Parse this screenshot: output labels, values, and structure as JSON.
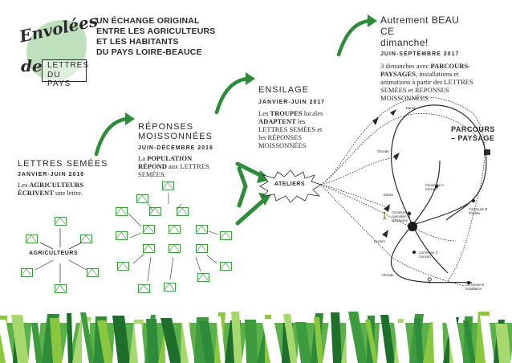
{
  "logo": {
    "script_line1": "Envolées",
    "script_line2": "de",
    "box_line1": "LETTRES",
    "box_line2": "DU PAYS"
  },
  "headline": {
    "line1": "UN ÉCHANGE ORIGINAL",
    "line2": "ENTRE LES AGRICULTEURS",
    "line3": "ET LES HABITANTS",
    "line4": "DU PAYS LOIRE-BEAUCE"
  },
  "sections": [
    {
      "title": "LETTRES SEMÉES",
      "date": "JANVIER-JUIN 2016",
      "desc_pre": "Les ",
      "desc_bold": "AGRICULTEURS ÉCRIVENT",
      "desc_post": " une lettre."
    },
    {
      "title_l1": "RÉPONSES",
      "title_l2": "MOISSONNÉES",
      "date": "JUIN-DÉCEMBRE 2016",
      "desc_pre": "La ",
      "desc_bold": "POPULATION RÉPOND",
      "desc_post": " aux LETTRES SEMÉES."
    },
    {
      "title": "ENSILAGE",
      "date": "JANVIER-JUIN 2017",
      "desc_pre": "Les ",
      "desc_bold": "TROUPES",
      "desc_mid": " locales ",
      "desc_bold2": "ADAPTENT",
      "desc_post": " les LETTRES SEMÉES et les RÉPONSES MOISSONNÉES"
    },
    {
      "title_l1": "Autrement BEAU CE",
      "title_l2": "dimanche!",
      "date": "JUIN-SEPTEMBRE 2017",
      "desc_pre": "3 dimanches avec ",
      "desc_bold": "PARCOURS-PAYSAGES",
      "desc_post": ", installations et animations à partir des LETTRES SEMÉES et REPONSES MOISSONNÉES."
    }
  ],
  "diagram": {
    "agriculteurs": "AGRICULTEURS",
    "ateliers": "ATELIERS",
    "parcours_l1": "PARCOURS",
    "parcours_l2": "– PAYSAGE",
    "labels": {
      "danse1": "Danse",
      "chorale1": "Chorale",
      "danse2": "Danse",
      "lecture": "Lecture",
      "chorale2": "Chorale",
      "commune_a": "Commune A Concert",
      "commune_b": "Commune B Théâtre",
      "commune_c": "Commune C Concert",
      "commune_d": "Commune D Animation et spectacles",
      "commune_e": "Commune E Installation"
    }
  },
  "colors": {
    "green_dark": "#2e8b3a",
    "green_mid": "#3d9a3d",
    "green_light": "#8cc63f",
    "text": "#2a2a2a"
  }
}
